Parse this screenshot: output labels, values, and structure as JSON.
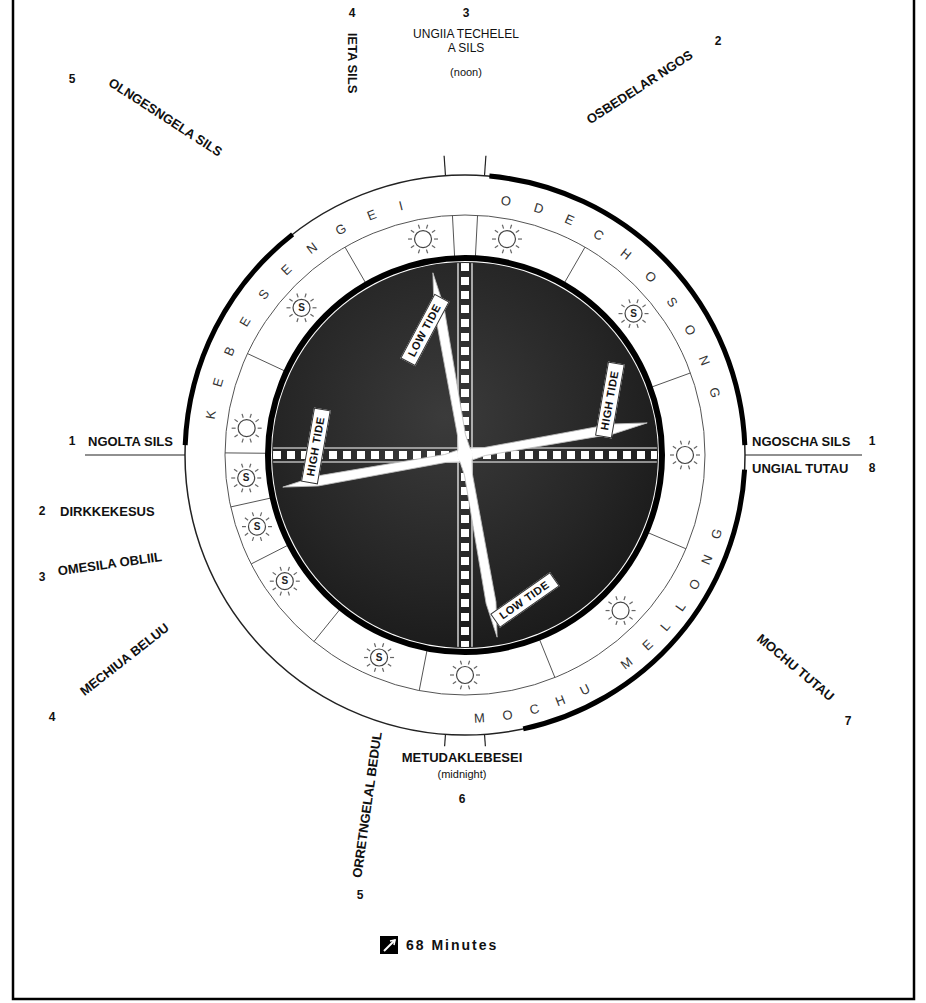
{
  "diagram": {
    "caption": "68 Minutes",
    "nodes": [
      {
        "text": [
          "LOW TIDE"
        ]
      },
      {
        "text": [
          "HIGH TIDE"
        ]
      },
      {
        "text": [
          "HIGH TIDE"
        ]
      },
      {
        "text": [
          "LOW TIDE"
        ]
      }
    ],
    "labels": [
      "4",
      "IETA SILS",
      "3",
      "UNGIIA TECHELEL A SILS",
      "(noon)",
      "5",
      "OLNGESNGELA SILS",
      "OSBEDELAR NGOS",
      "2",
      "KEBESENGEI",
      "ODECHOSONG",
      "S",
      "S",
      "1",
      "NGOLTA SILS",
      "NGOSCHA SILS",
      "1",
      "UNGIAL TUTAU",
      "8",
      "2",
      "DIRKKEKESUS",
      "S",
      "3",
      "OMESILA OBLIIL",
      "S",
      "S",
      "4",
      "MECHIUA BELUU",
      "S",
      "MOCHU MELLONG",
      "MOCHU TUTAU",
      "7",
      "METUDAKLEBESEI",
      "(midnight)",
      "6",
      "ORRETNGELAL BEDUL",
      "5"
    ]
  }
}
